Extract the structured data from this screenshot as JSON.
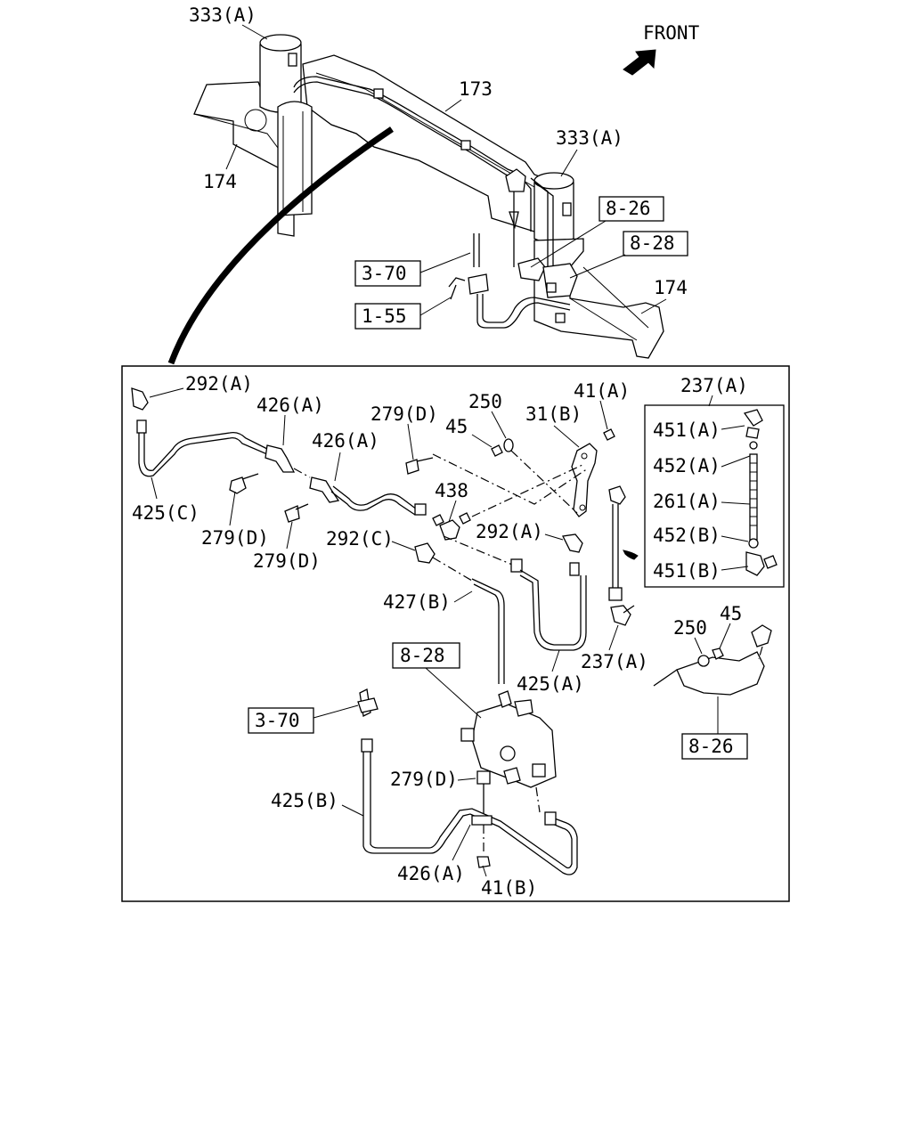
{
  "direction": {
    "label": "FRONT",
    "icon": "front-arrow-icon"
  },
  "overview_labels": [
    "333(A)",
    "173",
    "174",
    "333(A)",
    "174"
  ],
  "overview_refs": [
    "8-26",
    "8-28",
    "3-70",
    "1-55"
  ],
  "detail_labels": [
    "292(A)",
    "426(A)",
    "279(D)",
    "250",
    "45",
    "31(B)",
    "41(A)",
    "237(A)",
    "426(A)",
    "438",
    "425(C)",
    "279(D)",
    "292(C)",
    "292(A)",
    "279(D)",
    "427(B)",
    "425(A)",
    "237(A)",
    "250",
    "45",
    "279(D)",
    "425(B)",
    "426(A)",
    "41(B)",
    "451(A)",
    "452(A)",
    "261(A)",
    "452(B)",
    "451(B)"
  ],
  "detail_refs": [
    "8-28",
    "3-70",
    "8-26"
  ]
}
